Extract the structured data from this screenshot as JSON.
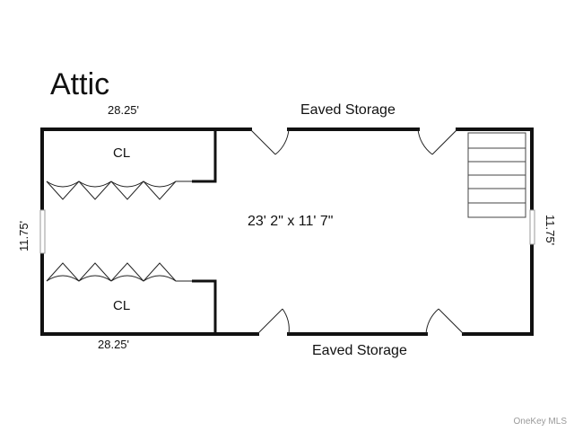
{
  "plan": {
    "title": "Attic",
    "dim_top": "28.25'",
    "dim_bottom": "28.25'",
    "dim_left": "11.75'",
    "dim_right": "11.75'",
    "eaves_top": "Eaved Storage",
    "eaves_bottom": "Eaved Storage",
    "closet_top": "CL",
    "closet_bottom": "CL",
    "room_size": "23' 2\" x 11' 7\""
  },
  "footer": {
    "credit": "OneKey MLS"
  },
  "colors": {
    "wall": "#111111",
    "door": "#222222",
    "window": "#cccccc"
  }
}
